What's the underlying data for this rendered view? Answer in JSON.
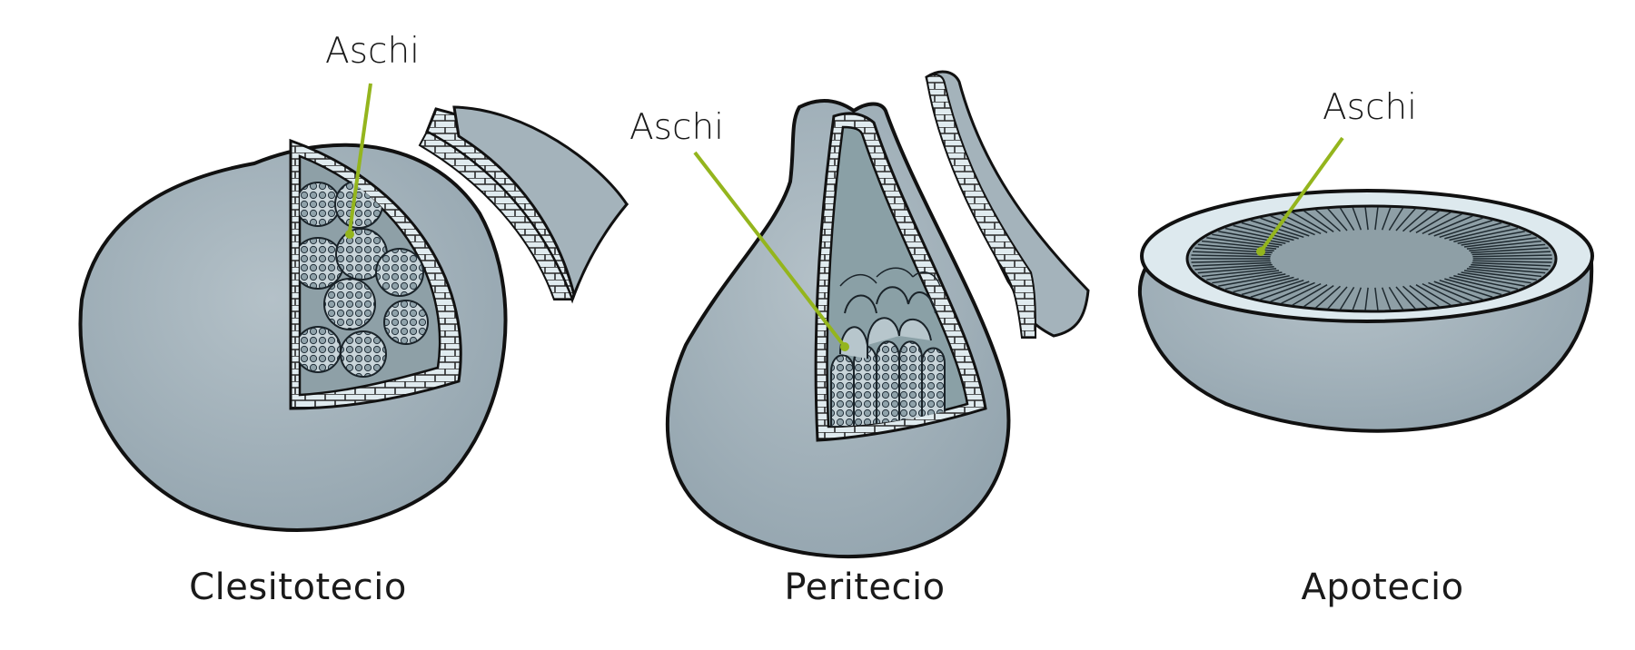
{
  "colors": {
    "body_fill": "#a9b7bf",
    "body_shade": "#8fa0aa",
    "inner_fill": "#90a2a8",
    "wall_fill": "#dde9ee",
    "outline": "#111111",
    "leader_line": "#94b51d"
  },
  "figures": [
    {
      "id": "clestotecio",
      "caption": "Clesitotecio",
      "callout": "Aschi"
    },
    {
      "id": "peritecio",
      "caption": "Peritecio",
      "callout": "Aschi"
    },
    {
      "id": "apotecio",
      "caption": "Apotecio",
      "callout": "Aschi"
    }
  ]
}
